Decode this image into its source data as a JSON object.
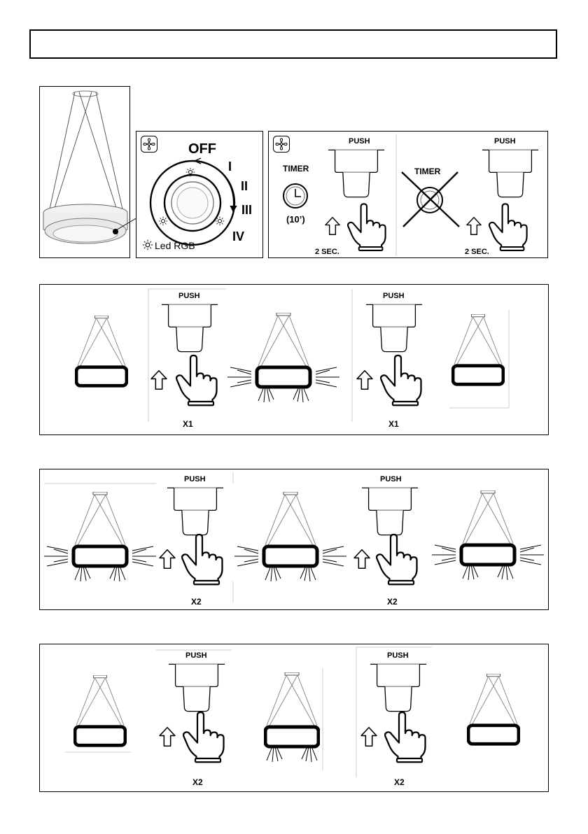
{
  "header": {
    "title": ""
  },
  "labels": {
    "push": "PUSH",
    "timer": "TIMER",
    "timer_minutes": "(10’)",
    "hold": "2 SEC.",
    "press_once": "X1",
    "press_twice": "X2",
    "off": "OFF",
    "speed_1": "I",
    "speed_2": "II",
    "speed_3": "III",
    "speed_4": "IV",
    "led": "Led RGB"
  },
  "icons": {
    "fan": "fan-icon",
    "led": "sun-led-icon",
    "clock": "clock-icon",
    "hand": "pointing-hand-icon",
    "arrow": "up-arrow-icon"
  },
  "colors": {
    "line": "#000000",
    "background": "#ffffff",
    "faint": "#888888"
  }
}
